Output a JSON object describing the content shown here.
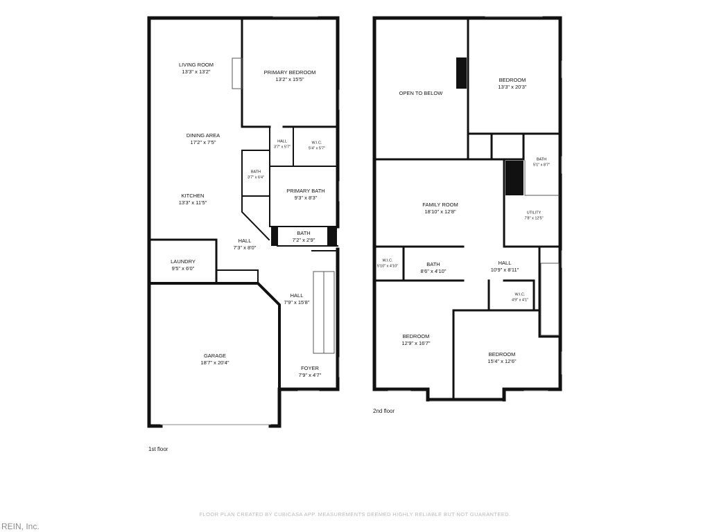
{
  "floors": [
    {
      "label": "1st floor",
      "rooms": [
        {
          "name": "LIVING ROOM",
          "dims": "13'3\" x 13'2\""
        },
        {
          "name": "PRIMARY BEDROOM",
          "dims": "13'2\" x 15'5\""
        },
        {
          "name": "DINING AREA",
          "dims": "17'2\" x 7'5\""
        },
        {
          "name": "HALL",
          "dims": "3'7\" x 5'7\""
        },
        {
          "name": "W.I.C.",
          "dims": "5'4\" x 5'7\""
        },
        {
          "name": "BATH",
          "dims": "3'7\" x 6'4\""
        },
        {
          "name": "PRIMARY BATH",
          "dims": "9'3\" x 8'3\""
        },
        {
          "name": "KITCHEN",
          "dims": "13'3\" x 11'5\""
        },
        {
          "name": "BATH",
          "dims": "7'2\" x 2'9\""
        },
        {
          "name": "HALL",
          "dims": "7'3\" x 8'0\""
        },
        {
          "name": "LAUNDRY",
          "dims": "9'5\" x 6'0\""
        },
        {
          "name": "HALL",
          "dims": "7'9\" x 15'8\""
        },
        {
          "name": "GARAGE",
          "dims": "18'7\" x 20'4\""
        },
        {
          "name": "FOYER",
          "dims": "7'9\" x 4'7\""
        }
      ]
    },
    {
      "label": "2nd floor",
      "rooms": [
        {
          "name": "OPEN TO BELOW",
          "dims": ""
        },
        {
          "name": "BEDROOM",
          "dims": "13'3\" x 20'3\""
        },
        {
          "name": "BATH",
          "dims": "5'1\" x 8'7\""
        },
        {
          "name": "FAMILY ROOM",
          "dims": "18'10\" x 12'8\""
        },
        {
          "name": "UTILITY",
          "dims": "7'8\" x 12'5\""
        },
        {
          "name": "W.I.C.",
          "dims": "5'10\" x 4'10\""
        },
        {
          "name": "BATH",
          "dims": "8'6\" x 4'10\""
        },
        {
          "name": "HALL",
          "dims": "10'9\" x 8'11\""
        },
        {
          "name": "W.I.C.",
          "dims": "4'9\" x 4'1\""
        },
        {
          "name": "BEDROOM",
          "dims": "12'9\" x 16'7\""
        },
        {
          "name": "BEDROOM",
          "dims": "15'4\" x 12'6\""
        }
      ]
    }
  ],
  "disclaimer": "FLOOR PLAN CREATED BY CUBICASA APP. MEASUREMENTS DEEMED HIGHLY RELIABLE BUT NOT GUARANTEED.",
  "watermark": "REIN, Inc.",
  "colors": {
    "wall": "#111111",
    "line": "#333333",
    "disclaimer": "#b9b9b9",
    "watermark": "#8a8a8a"
  }
}
